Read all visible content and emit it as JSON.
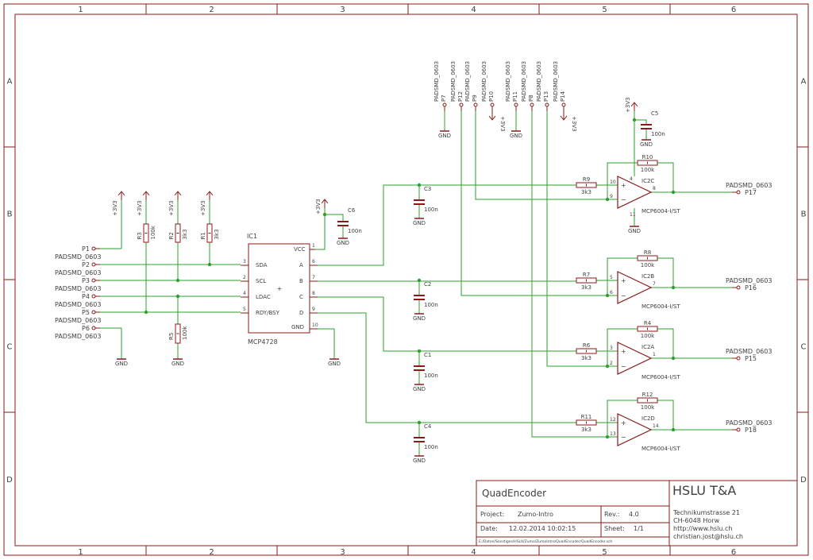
{
  "colors": {
    "frame": "#8b1a1a",
    "component": "#8b1a1a",
    "wire": "#2ea02e",
    "text": "#404040",
    "background": "#ffffff"
  },
  "frame": {
    "columns": [
      "1",
      "2",
      "3",
      "4",
      "5",
      "6"
    ],
    "rows": [
      "A",
      "B",
      "C",
      "D"
    ]
  },
  "title_block": {
    "title": "QuadEncoder",
    "company": "HSLU T&A",
    "project_label": "Project:",
    "project_value": "Zumo-Intro",
    "rev_label": "Rev.:",
    "rev_value": "4.0",
    "date_label": "Date:",
    "date_value": "12.02.2014 10:02:15",
    "sheet_label": "Sheet:",
    "sheet_value": "1/1",
    "address": [
      "Technikumstrasse 21",
      "CH-6048 Horw",
      "http://www.hslu.ch",
      "christian.jost@hslu.ch"
    ],
    "file_path": "E:/Daten/Sonstiges/HSLU/Zumo/ZumoIntro/QuadEncoder/QuadEncoder.sch"
  },
  "components": {
    "ic1": {
      "name": "IC1",
      "value": "MCP4728",
      "pins": [
        "VCC",
        "SDA",
        "SCL",
        "LDAC",
        "RDY/BSY",
        "A",
        "B",
        "C",
        "D",
        "GND"
      ],
      "pin_numbers": [
        "1",
        "3",
        "2",
        "4",
        "5",
        "6",
        "7",
        "8",
        "9",
        "10"
      ]
    },
    "left_pads": [
      {
        "name": "P1",
        "package": "PADSMD_0603"
      },
      {
        "name": "P2",
        "package": "PADSMD_0603"
      },
      {
        "name": "P3",
        "package": "PADSMD_0603"
      },
      {
        "name": "P4",
        "package": "PADSMD_0603"
      },
      {
        "name": "P5",
        "package": "PADSMD_0603"
      },
      {
        "name": "P6",
        "package": "PADSMD_0603"
      }
    ],
    "pullups": [
      {
        "name": "R3",
        "value": "100k"
      },
      {
        "name": "R2",
        "value": "3k3"
      },
      {
        "name": "R1",
        "value": "3k3"
      },
      {
        "name": "R5",
        "value": "100k"
      }
    ],
    "top_pads": [
      {
        "package": "PADSMD_0603",
        "name": "P7"
      },
      {
        "package": "PADSMD_0603",
        "name": "P12"
      },
      {
        "package": "PADSMD_0603",
        "name": "P9"
      },
      {
        "package": "PADSMD_0603",
        "name": "P10"
      },
      {
        "package": "PADSMD_0603",
        "name": "P11"
      },
      {
        "package": "PADSMD_0603",
        "name": "P8"
      },
      {
        "package": "PADSMD_0603",
        "name": "P13"
      },
      {
        "package": "PADSMD_0603",
        "name": "P14"
      }
    ],
    "capacitors": [
      {
        "name": "C3",
        "value": "100n"
      },
      {
        "name": "C2",
        "value": "100n"
      },
      {
        "name": "C1",
        "value": "100n"
      },
      {
        "name": "C4",
        "value": "100n"
      },
      {
        "name": "C5",
        "value": "100n"
      },
      {
        "name": "C6",
        "value": "100n"
      }
    ],
    "opamp_stages": [
      {
        "input_r": "R9",
        "input_r_value": "3k3",
        "feedback_r": "R10",
        "feedback_r_value": "100k",
        "unit": "IC2C",
        "part": "MCP6004-I/ST",
        "out_pad": "P17",
        "pad_package": "PADSMD_0603",
        "pins": [
          "10",
          "9",
          "8"
        ]
      },
      {
        "input_r": "R7",
        "input_r_value": "3k3",
        "feedback_r": "R8",
        "feedback_r_value": "100k",
        "unit": "IC2B",
        "part": "MCP6004-I/ST",
        "out_pad": "P16",
        "pad_package": "PADSMD_0603",
        "pins": [
          "5",
          "6",
          "7"
        ]
      },
      {
        "input_r": "R6",
        "input_r_value": "3k3",
        "feedback_r": "R4",
        "feedback_r_value": "100k",
        "unit": "IC2A",
        "part": "MCP6004-I/ST",
        "out_pad": "P15",
        "pad_package": "PADSMD_0603",
        "pins": [
          "3",
          "2",
          "1"
        ]
      },
      {
        "input_r": "R11",
        "input_r_value": "3k3",
        "feedback_r": "R12",
        "feedback_r_value": "100k",
        "unit": "IC2D",
        "part": "MCP6004-I/ST",
        "out_pad": "P18",
        "pad_package": "PADSMD_0603",
        "pins": [
          "12",
          "13",
          "14"
        ]
      }
    ],
    "ic2_power_pins": [
      "4",
      "11"
    ],
    "supply": "+3V3",
    "ground": "GND"
  }
}
